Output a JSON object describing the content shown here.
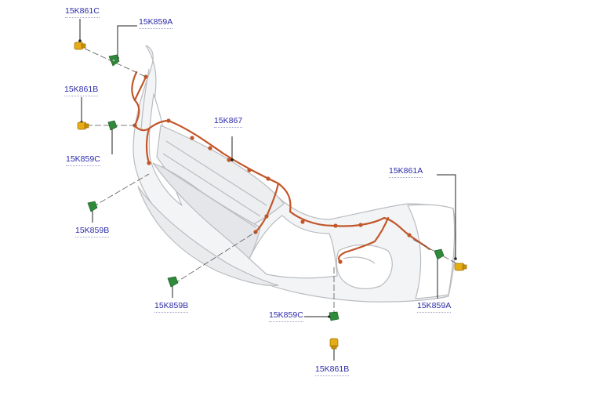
{
  "diagram": {
    "labels": {
      "l1": "15K861C",
      "l2": "15K859A",
      "l3": "15K861B",
      "l4": "15K859C",
      "l5": "15K867",
      "l6": "15K859B",
      "l7": "15K861A",
      "l8": "15K859B",
      "l9": "15K859C",
      "l10": "15K859A",
      "l11": "15K861B"
    },
    "colors": {
      "bumper_fill": "#f3f4f5",
      "bumper_outline": "#b9bcc0",
      "harness": "#c2562a",
      "connector_green": "#2f8a3a",
      "sensor_yellow": "#e6ac16",
      "label_text": "#2a2aa8"
    }
  }
}
